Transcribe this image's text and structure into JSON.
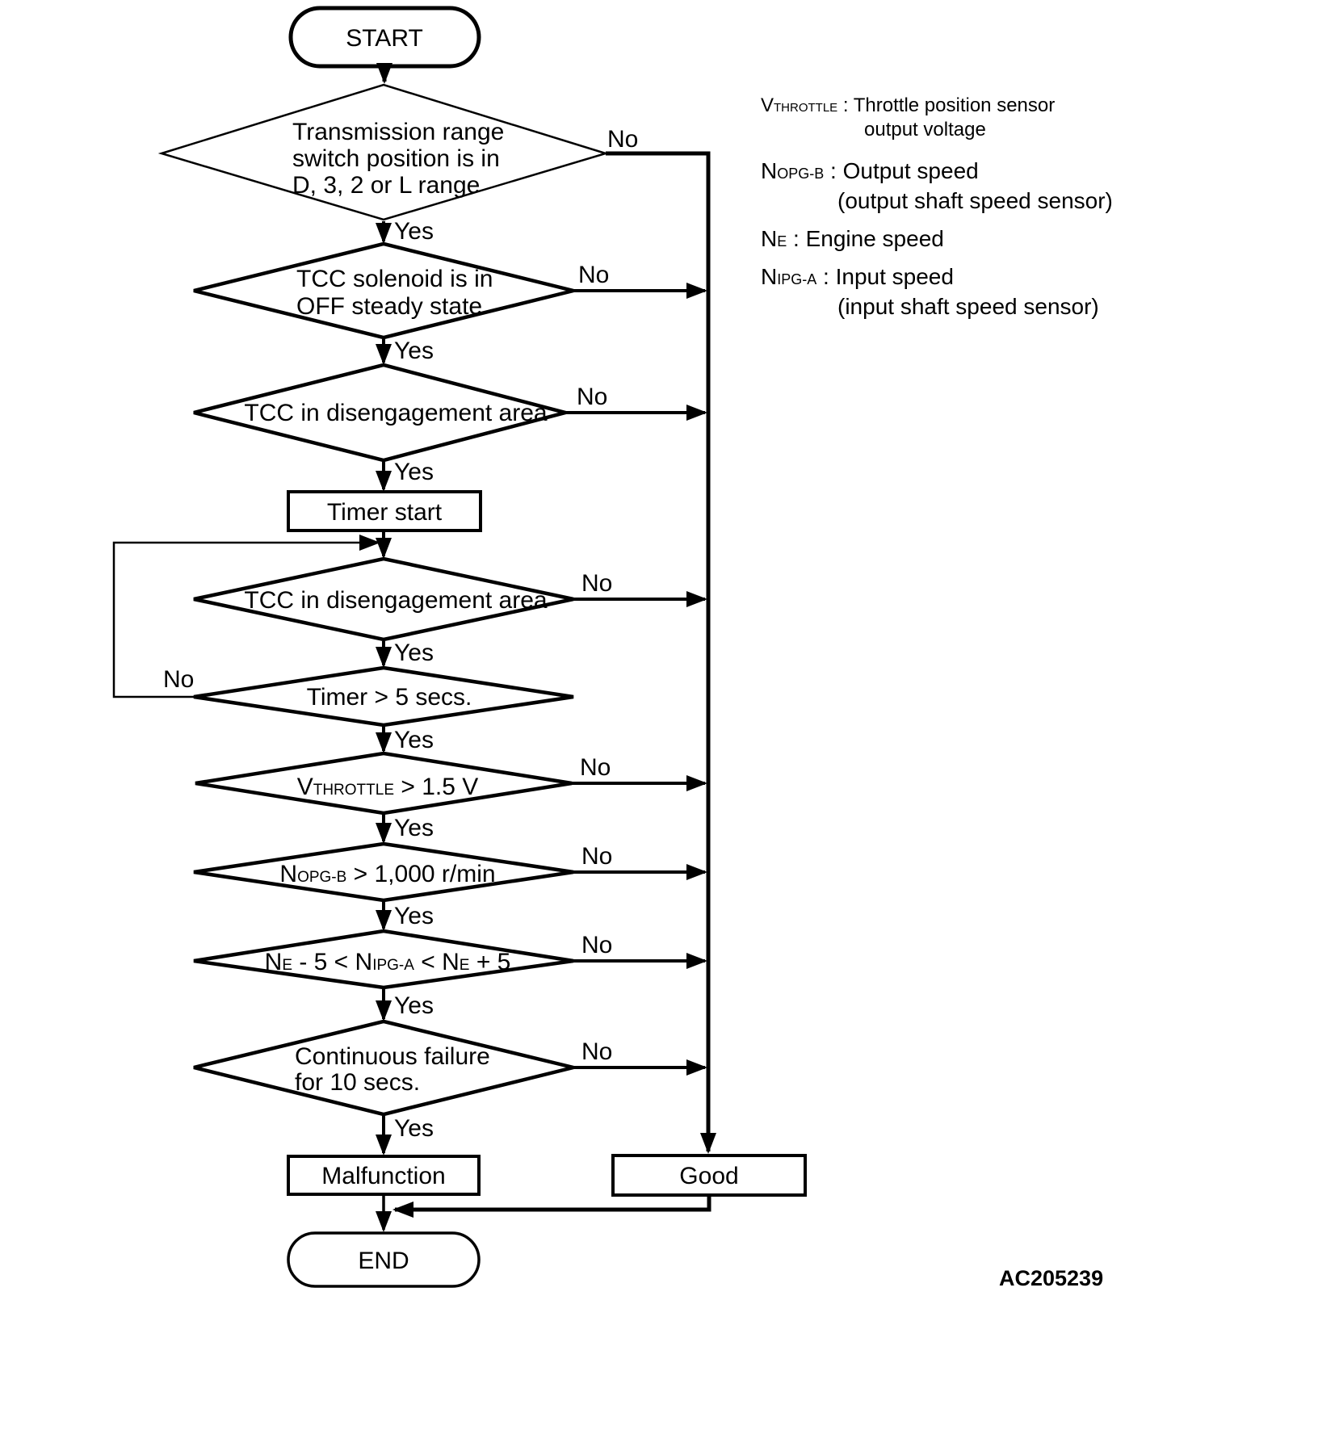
{
  "figure_code": "AC205239",
  "edges": {
    "yes": "Yes",
    "no": "No"
  },
  "nodes": {
    "start": {
      "label": "START"
    },
    "d_range": {
      "l1": "Transmission range",
      "l2": "switch position is in",
      "l3": "D, 3, 2 or L range"
    },
    "d_tcc_solenoid": {
      "l1": "TCC solenoid is in",
      "l2": "OFF steady state"
    },
    "d_tcc_area_1": {
      "l1": "TCC in disengagement area"
    },
    "timer_start": {
      "label": "Timer start"
    },
    "d_tcc_area_2": {
      "l1": "TCC in disengagement area"
    },
    "d_timer": {
      "l1": "Timer > 5 secs."
    },
    "d_vthrottle": {
      "p1": "V",
      "sub1": "THROTTLE",
      "p2": " > 1.5 V"
    },
    "d_nopgb": {
      "p1": "N",
      "sub1": "OPG-B",
      "p2": " > 1,000 r/min"
    },
    "d_ne": {
      "p1": "N",
      "sub1": "E",
      "p2": " - 5 < N",
      "sub2": "IPG-A",
      "p3": " < N",
      "sub3": "E",
      "p4": " + 5"
    },
    "d_failure": {
      "l1": "Continuous failure",
      "l2": "for 10 secs."
    },
    "malfunction": {
      "label": "Malfunction"
    },
    "good": {
      "label": "Good"
    },
    "end": {
      "label": "END"
    }
  },
  "legend": {
    "separator": " : ",
    "items": [
      {
        "sym": "V",
        "sub": "THROTTLE",
        "desc1": "Throttle position sensor",
        "desc2": "output voltage"
      },
      {
        "sym": "N",
        "sub": "OPG-B",
        "desc1": "Output speed",
        "desc2": "(output shaft speed sensor)"
      },
      {
        "sym": "N",
        "sub": "E",
        "desc1": "Engine speed",
        "desc2": ""
      },
      {
        "sym": "N",
        "sub": "IPG-A",
        "desc1": "Input speed",
        "desc2": "(input shaft speed sensor)"
      }
    ]
  }
}
